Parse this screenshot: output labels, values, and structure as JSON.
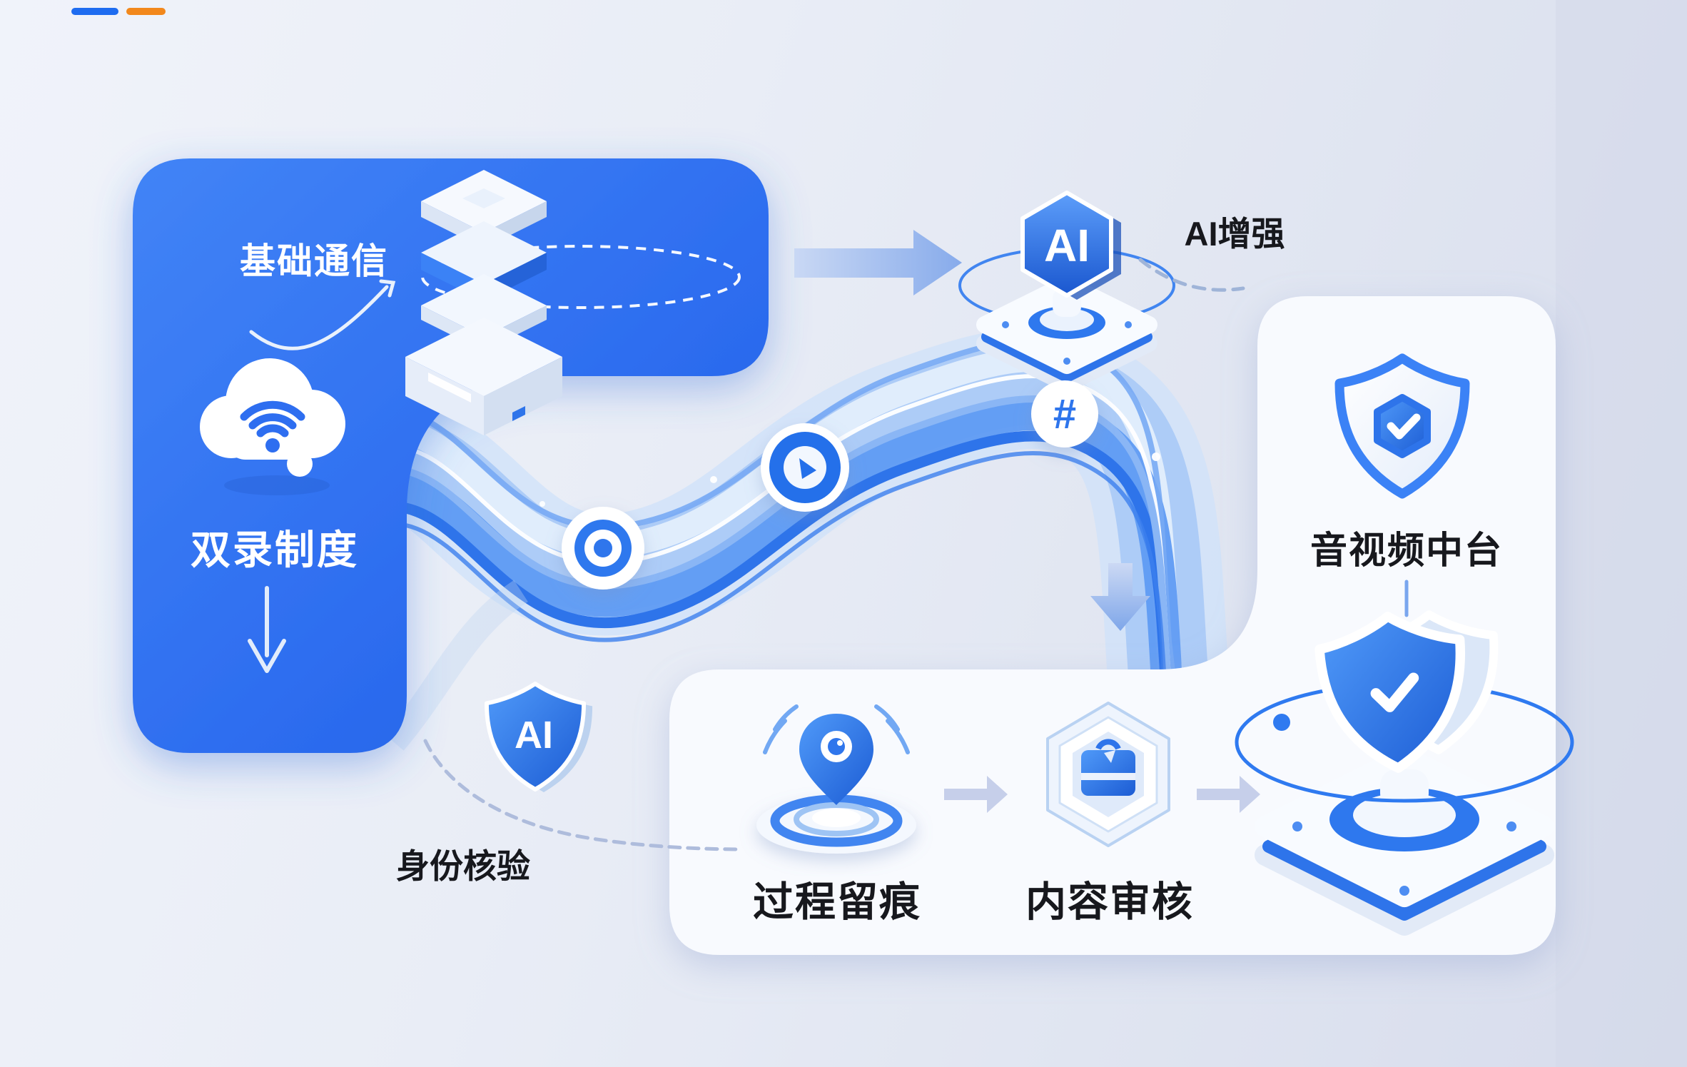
{
  "legend": {
    "blue_bar_color": "#1e6cf0",
    "orange_bar_color": "#f2881c"
  },
  "colors": {
    "panel_blue": "#2e6ef0",
    "accent_blue": "#2f7af0",
    "wave_blue": "#5f9bf3",
    "text_dark": "#17181d",
    "panel_white": "#f8fafe",
    "background": "#e9edf6"
  },
  "blue_panel": {
    "top_label": "基础通信",
    "main_label": "双录制度"
  },
  "flow": {
    "ai_badge": {
      "text": "AI",
      "caption": "AI增强"
    },
    "hash_glyph": "#"
  },
  "right_panel": {
    "title": "音视频中台"
  },
  "bottom_panel": {
    "steps": [
      {
        "label": "过程留痕"
      },
      {
        "label": "内容审核"
      }
    ]
  },
  "identity": {
    "badge_text": "AI",
    "caption": "身份核验"
  }
}
